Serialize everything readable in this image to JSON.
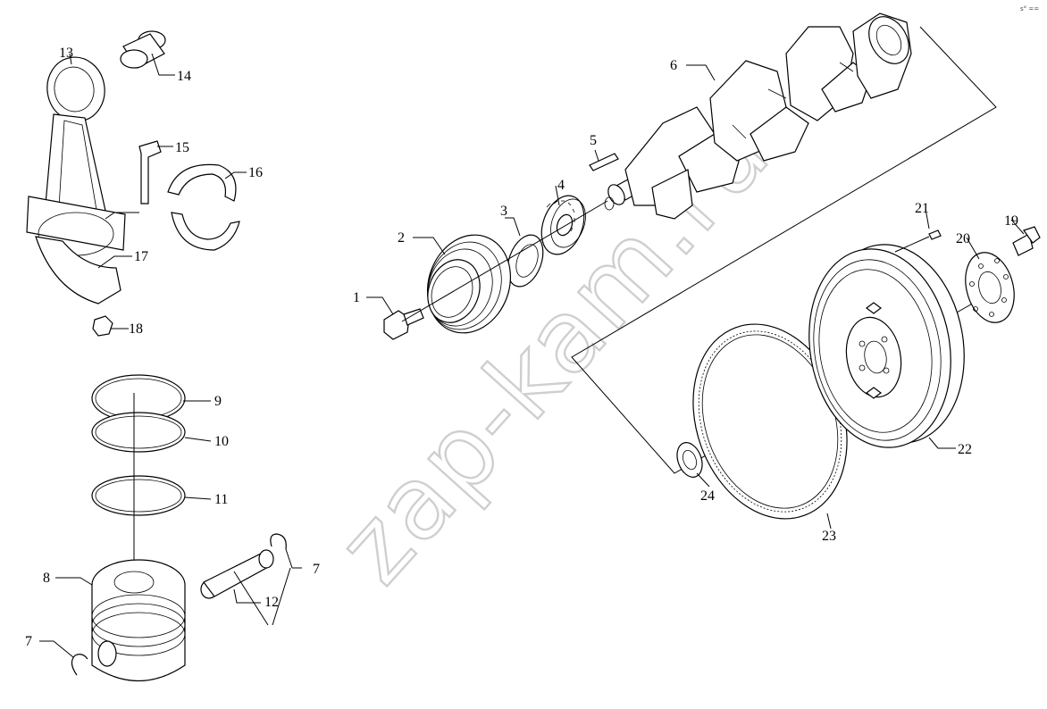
{
  "watermark": "zap-kam.ru",
  "corner_mark": "s° ==",
  "callouts": {
    "c1": "1",
    "c2": "2",
    "c3": "3",
    "c4": "4",
    "c5": "5",
    "c6": "6",
    "c7a": "7",
    "c7b": "7",
    "c8": "8",
    "c9": "9",
    "c10": "10",
    "c11": "11",
    "c12": "12",
    "c13": "13",
    "c14": "14",
    "c15": "15",
    "c16": "16",
    "c17": "17",
    "c18": "18",
    "c19": "19",
    "c20": "20",
    "c21": "21",
    "c22": "22",
    "c23": "23",
    "c24": "24"
  }
}
